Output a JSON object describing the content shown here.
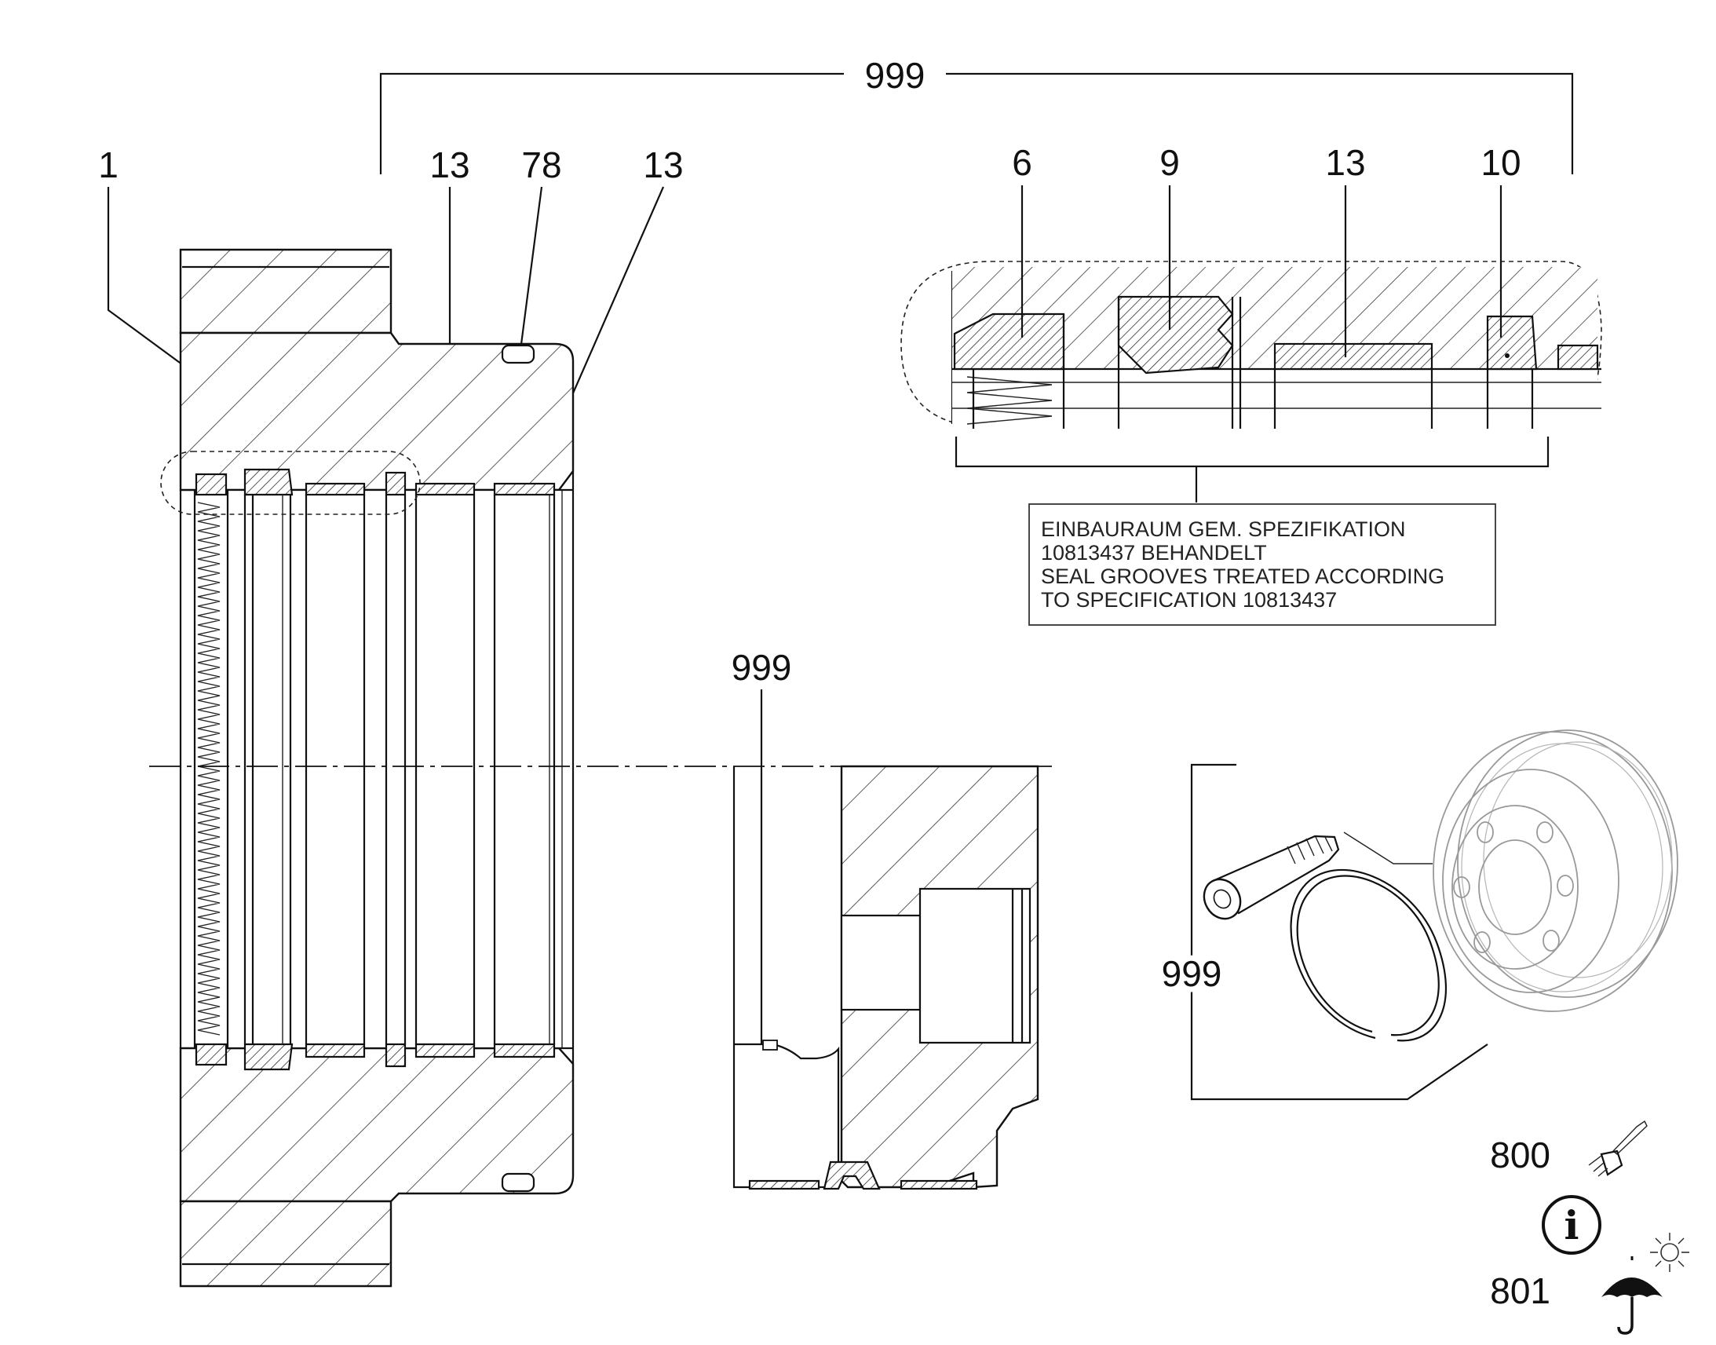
{
  "labels": {
    "assembly_top": "999",
    "housing": "1",
    "ring_left": "13",
    "plug": "78",
    "ring_right": "13",
    "detail_part_6": "6",
    "detail_part_9": "9",
    "detail_part_13": "13",
    "detail_part_10": "10",
    "section_999": "999",
    "kit_999": "999",
    "symbol_800": "800",
    "symbol_801": "801"
  },
  "note": {
    "line1": "EINBAURAUM GEM. SPEZIFIKATION",
    "line2": "10813437 BEHANDELT",
    "line3": "SEAL GROOVES TREATED ACCORDING",
    "line4": "TO SPECIFICATION 10813437"
  },
  "icons": {
    "brush": "paint-brush-icon",
    "info": "info-icon",
    "sun": "sun-icon",
    "umbrella": "umbrella-icon"
  },
  "info_glyph": "i"
}
